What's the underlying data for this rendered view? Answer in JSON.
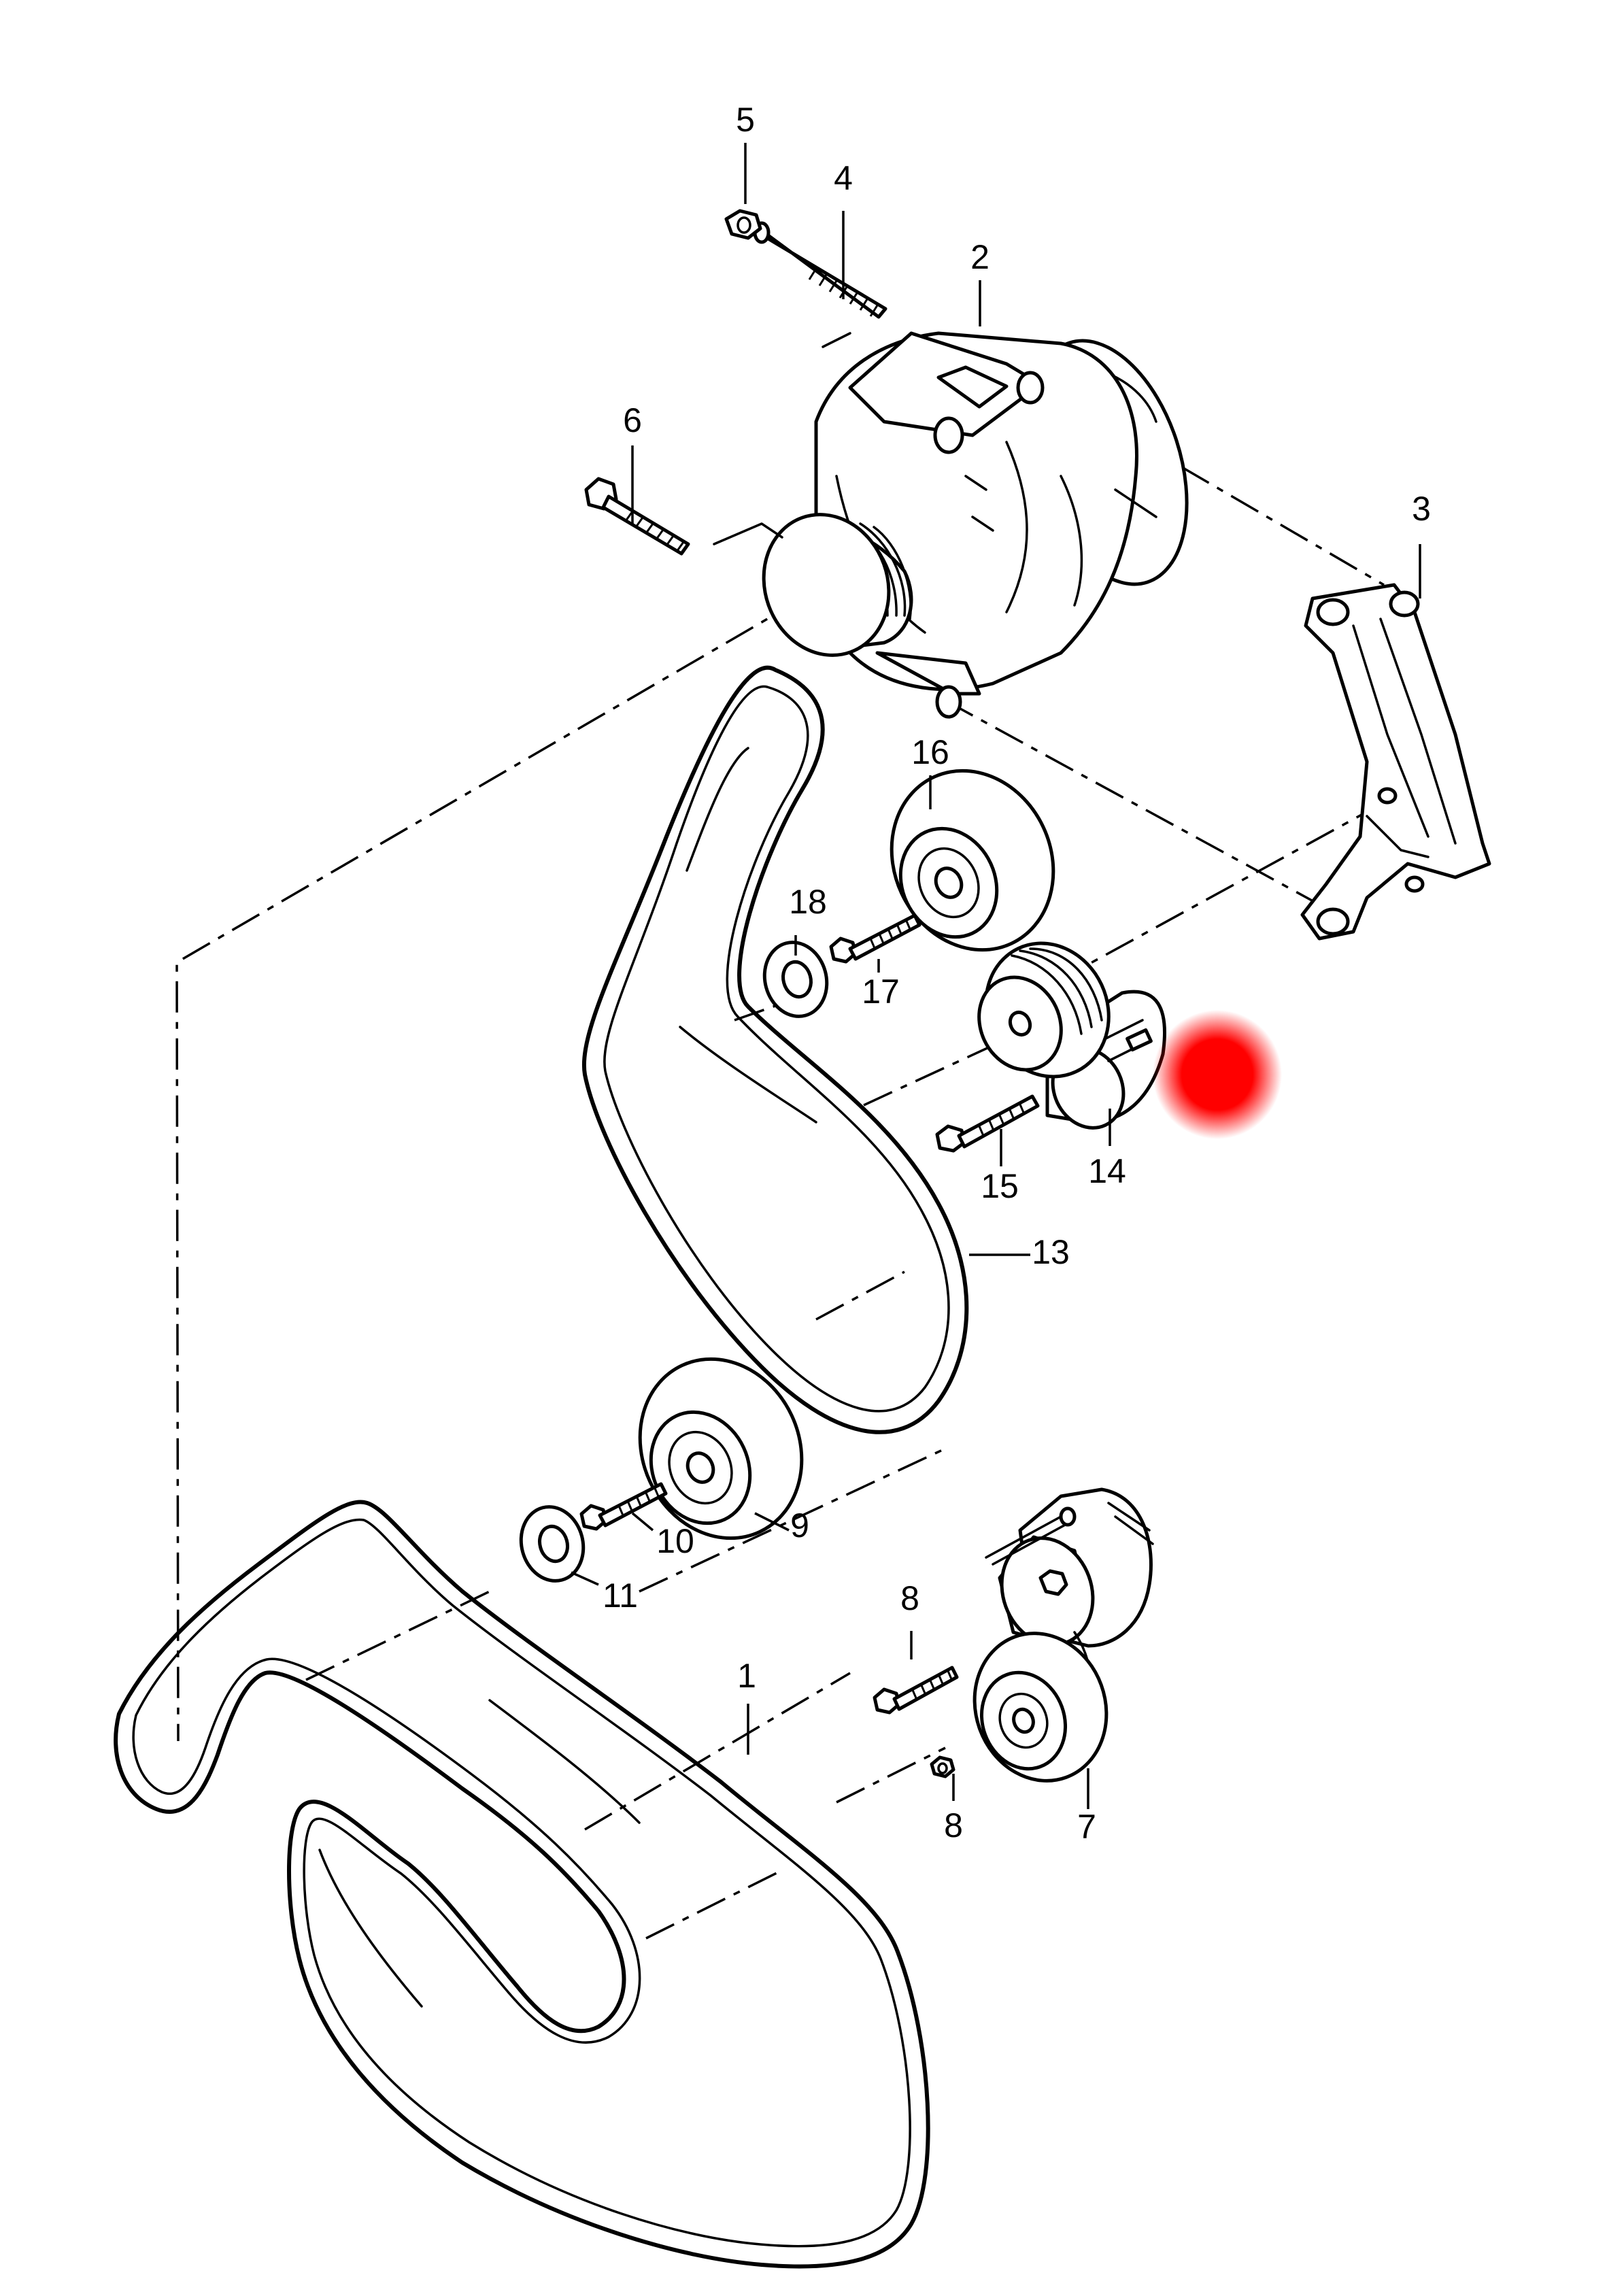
{
  "callouts": {
    "c1": "1",
    "c2": "2",
    "c3": "3",
    "c4": "4",
    "c5": "5",
    "c6": "6",
    "c7": "7",
    "c8a": "8",
    "c8b": "8",
    "c9": "9",
    "c10": "10",
    "c11": "11",
    "c13": "13",
    "c14": "14",
    "c15": "15",
    "c16": "16",
    "c17": "17",
    "c18": "18"
  },
  "colors": {
    "line": "#000000",
    "background": "#ffffff",
    "marker": "#ff0000"
  }
}
